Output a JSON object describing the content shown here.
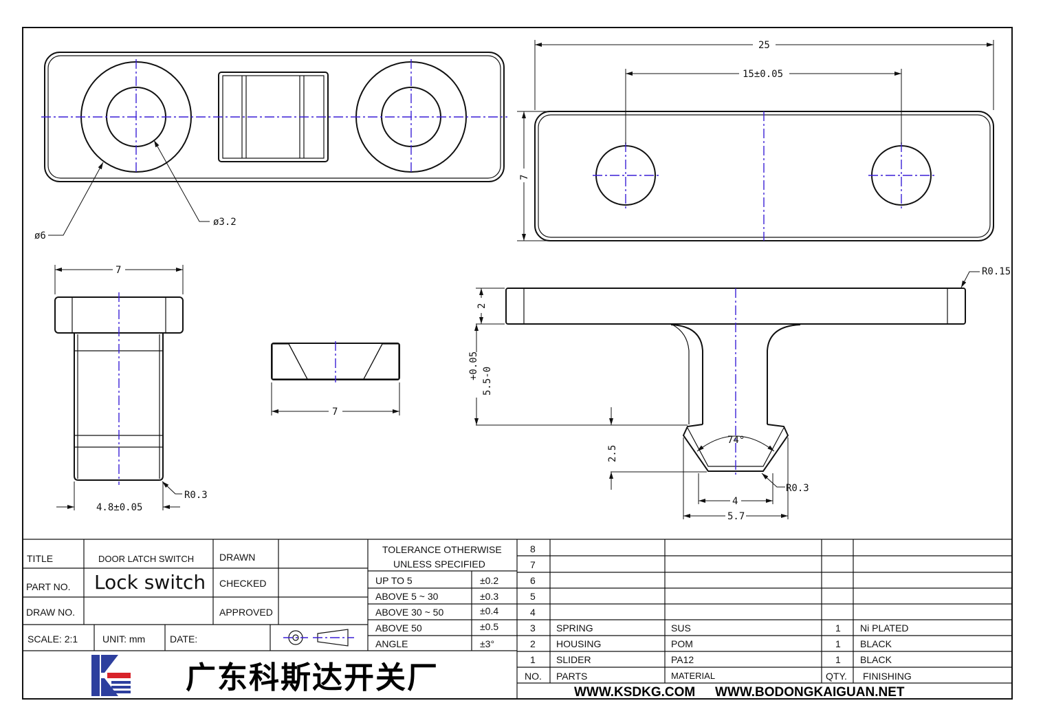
{
  "dimensions": {
    "top_dia_outer": "ø6",
    "top_dia_inner": "ø3.2",
    "overall_length": "25",
    "hole_spacing": "15±0.05",
    "housing_height": "7",
    "cap_width": "7",
    "body_width": "4.8±0.05",
    "corner_radius_left": "R0.3",
    "slider_width": "7",
    "radius_top": "R0.15",
    "plate_thickness": "2",
    "stem_height_tol": "+0.05",
    "stem_height": "5.5-0",
    "tip_height": "2.5",
    "tip_angle": "74°",
    "tip_radius": "R0.3",
    "tip_inner_width": "4",
    "tip_outer_width": "5.7"
  },
  "title_block": {
    "title_label": "TITLE",
    "title_value": "DOOR LATCH SWITCH",
    "part_no_label": "PART NO.",
    "part_no_value": "Lock switch",
    "draw_no_label": "DRAW NO.",
    "drawn_label": "DRAWN",
    "checked_label": "CHECKED",
    "approved_label": "APPROVED",
    "scale": "SCALE: 2:1",
    "unit": "UNIT: mm",
    "date": "DATE:",
    "tolerance_title_1": "TOLERANCE OTHERWISE",
    "tolerance_title_2": "UNLESS SPECIFIED",
    "tolerances": [
      {
        "range": "UP TO 5",
        "value": "±0.2"
      },
      {
        "range": "ABOVE 5 ~ 30",
        "value": "±0.3"
      },
      {
        "range": "ABOVE 30 ~ 50",
        "value": "±0.4"
      },
      {
        "range": "ABOVE 50",
        "value": "±0.5"
      },
      {
        "range": "ANGLE",
        "value": "±3°"
      }
    ],
    "company_name": "广东科斯达开关厂",
    "website_1": "WWW.KSDKG.COM",
    "website_2": "WWW.BODONGKAIGUAN.NET"
  },
  "bom": {
    "rows": [
      {
        "no": "8",
        "part": "",
        "material": "",
        "qty": "",
        "finish": ""
      },
      {
        "no": "7",
        "part": "",
        "material": "",
        "qty": "",
        "finish": ""
      },
      {
        "no": "6",
        "part": "",
        "material": "",
        "qty": "",
        "finish": ""
      },
      {
        "no": "5",
        "part": "",
        "material": "",
        "qty": "",
        "finish": ""
      },
      {
        "no": "4",
        "part": "",
        "material": "",
        "qty": "",
        "finish": ""
      },
      {
        "no": "3",
        "part": "SPRING",
        "material": "SUS",
        "qty": "1",
        "finish": "Ni PLATED"
      },
      {
        "no": "2",
        "part": "HOUSING",
        "material": "POM",
        "qty": "1",
        "finish": "BLACK"
      },
      {
        "no": "1",
        "part": "SLIDER",
        "material": "PA12",
        "qty": "1",
        "finish": "BLACK"
      }
    ],
    "header": {
      "no": "NO.",
      "part": "PARTS",
      "material": "MATERIAL",
      "qty": "QTY.",
      "finish": "FINISHING"
    }
  },
  "colors": {
    "centerline": "#3a1fd6",
    "hatch_fill": "#e8f8ea",
    "hatch_line": "#1fbf2f",
    "logo_blue": "#2d3f9e",
    "logo_red": "#d8232a"
  }
}
